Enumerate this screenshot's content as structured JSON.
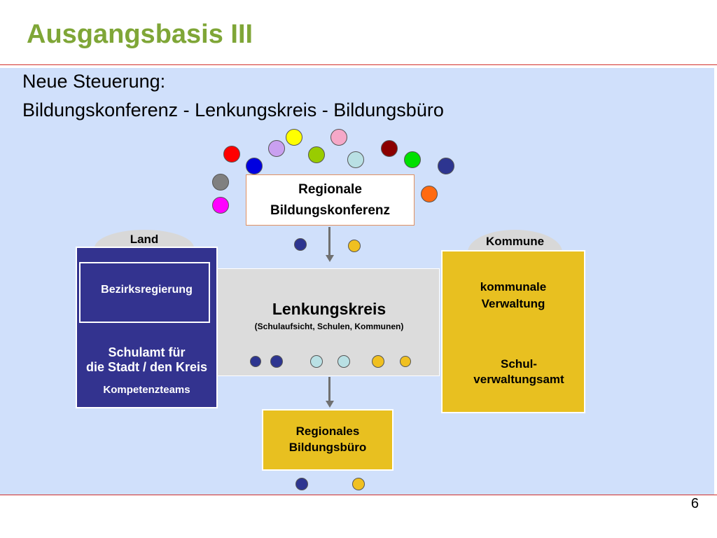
{
  "slide": {
    "title": "Ausgangsbasis III",
    "subtitle_line1": "Neue Steuerung:",
    "subtitle_line2": "Bildungskonferenz - Lenkungskreis - Bildungsbüro",
    "page_number": "6"
  },
  "konferenz": {
    "line1": "Regionale",
    "line2": "Bildungskonferenz"
  },
  "land": {
    "tab": "Land",
    "bezirk": "Bezirksregierung",
    "schulamt_line1": "Schulamt für",
    "schulamt_line2": "die Stadt / den Kreis",
    "kompetenz": "Kompetenzteams"
  },
  "lenkungskreis": {
    "title": "Lenkungskreis",
    "subtitle": "(Schulaufsicht, Schulen, Kommunen)"
  },
  "kommune": {
    "tab": "Kommune",
    "verwaltung_line1": "kommunale",
    "verwaltung_line2": "Verwaltung",
    "schul_line1": "Schul-",
    "schul_line2": "verwaltungsamt"
  },
  "buero": {
    "line1": "Regionales",
    "line2": "Bildungsbüro"
  },
  "colors": {
    "title_green": "#7fa637",
    "rule_red": "#d2302c",
    "panel_blue": "#d0e0fb",
    "land_navy": "#33338f",
    "kommune_yellow": "#e8c020",
    "lenkung_gray": "#dcdcdc",
    "dot_navy": "#2d3590",
    "dot_yellow": "#f0c020",
    "dot_lightblue": "#b9e0e4"
  }
}
